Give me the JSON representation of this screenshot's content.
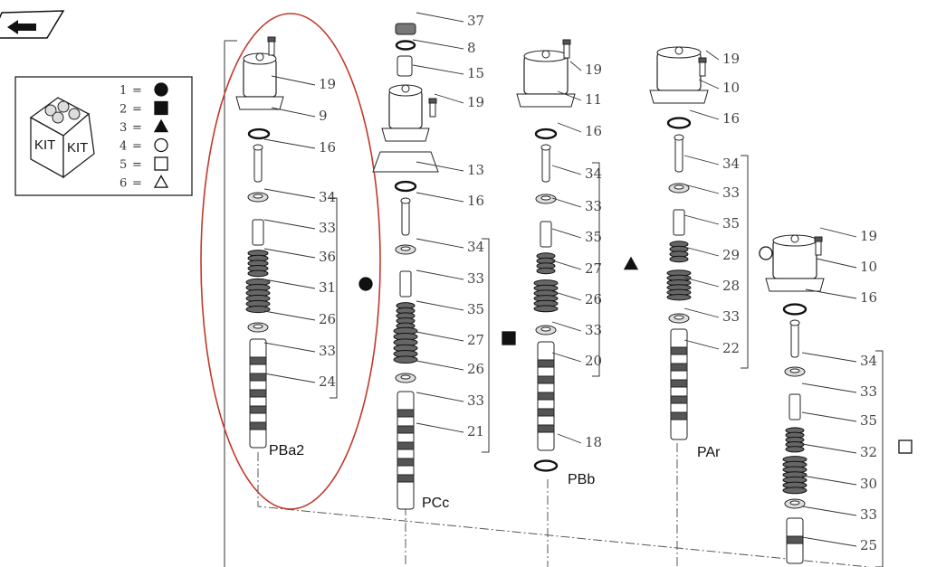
{
  "nav": {
    "icon": "back-arrow-icon"
  },
  "legend": {
    "kit_words": [
      "KIT",
      "KIT"
    ],
    "items": [
      {
        "num": "1",
        "eq": "=",
        "shape": "circle-filled"
      },
      {
        "num": "2",
        "eq": "=",
        "shape": "square-filled"
      },
      {
        "num": "3",
        "eq": "=",
        "shape": "triangle-filled"
      },
      {
        "num": "4",
        "eq": "=",
        "shape": "circle-outline"
      },
      {
        "num": "5",
        "eq": "=",
        "shape": "square-outline"
      },
      {
        "num": "6",
        "eq": "=",
        "shape": "triangle-outline"
      }
    ]
  },
  "highlight_color": "#c0392b",
  "groups": [
    {
      "id": "pba2",
      "name": "PBa2",
      "kit_symbol": "circle-filled",
      "labels": [
        "19",
        "9",
        "16",
        "34",
        "33",
        "36",
        "31",
        "26",
        "33",
        "24"
      ]
    },
    {
      "id": "pcc",
      "name": "PCc",
      "kit_symbol": "square-filled",
      "labels": [
        "37",
        "8",
        "15",
        "19",
        "13",
        "16",
        "34",
        "33",
        "35",
        "27",
        "26",
        "33",
        "21"
      ]
    },
    {
      "id": "pbb",
      "name": "PBb",
      "kit_symbol": "triangle-filled",
      "labels": [
        "19",
        "11",
        "16",
        "34",
        "33",
        "35",
        "27",
        "26",
        "33",
        "20",
        "18"
      ]
    },
    {
      "id": "par",
      "name": "PAr",
      "kit_symbol": "circle-outline",
      "labels": [
        "19",
        "10",
        "16",
        "34",
        "33",
        "35",
        "29",
        "28",
        "33",
        "22"
      ]
    },
    {
      "id": "p5",
      "name": "",
      "kit_symbol": "square-outline",
      "labels": [
        "19",
        "10",
        "16",
        "34",
        "33",
        "35",
        "32",
        "30",
        "33",
        "25"
      ]
    }
  ]
}
